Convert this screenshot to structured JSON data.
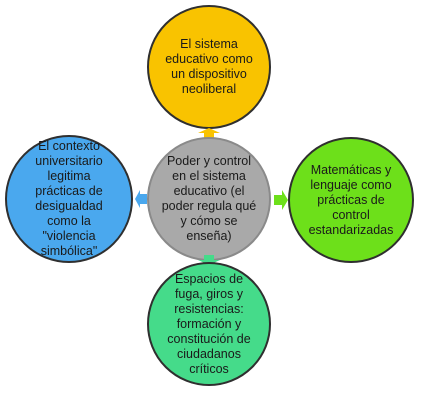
{
  "diagram": {
    "center": {
      "text": "Poder y control en el sistema educativo (el poder regula qué y cómo se enseña)",
      "color": "#a9a9a9"
    },
    "top": {
      "text": "El sistema educativo como un dispositivo neoliberal",
      "color": "#f9c300"
    },
    "right": {
      "text": "Matemáticas y lenguaje como prácticas de control estandarizadas",
      "color": "#6de01a"
    },
    "bottom": {
      "text": "Espacios de fuga, giros y resistencias: formación y constitución de ciudadanos críticos",
      "color": "#45db8a"
    },
    "left": {
      "text": "El contexto universitario legitima prácticas de desigualdad como la \"violencia simbólica\"",
      "color": "#4aa8ee"
    },
    "arrows": {
      "top_color": "#f9c300",
      "right_color": "#6de01a",
      "bottom_color": "#45db8a",
      "left_color": "#4aa8ee"
    }
  }
}
